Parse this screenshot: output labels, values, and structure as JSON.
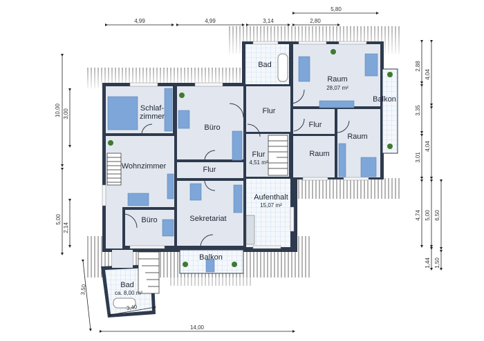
{
  "colors": {
    "wall": "#2e3a4d",
    "floor": "#e2e7ef",
    "furniture": "#7ea6d8"
  },
  "rooms": {
    "bad_top": "Bad",
    "raum_large": "Raum",
    "raum_large_area": "28,07 m²",
    "balkon_right": "Balkon",
    "schlafzimmer_1": "Schlaf-",
    "schlafzimmer_2": "zimmer",
    "buero_top": "Büro",
    "flur_top": "Flur",
    "flur_small": "Flur",
    "raum_right": "Raum",
    "raum_small": "Raum",
    "flur_stairs": "Flur",
    "flur_stairs_area": "4,51 m²",
    "wohnzimmer": "Wohnzimmer",
    "flur_middle": "Flur",
    "aufenthalt": "Aufenthalt",
    "aufenthalt_area": "15,07 m²",
    "buero_bottom": "Büro",
    "sekretariat": "Sekretariat",
    "balkon_bottom": "Balkon",
    "bad_bottom": "Bad",
    "bad_bottom_area": "ca. 8,00 m²"
  },
  "dimensions": {
    "top": [
      "4,99",
      "4,99",
      "3,14",
      "2,80",
      "5,80"
    ],
    "left": [
      "10,00",
      "3,00",
      "5,00",
      "2,14",
      "3,50"
    ],
    "bottom": [
      "3,40",
      "14,00"
    ],
    "right": [
      "2,88",
      "4,04",
      "3,35",
      "4,04",
      "3,01",
      "4,74",
      "5,00",
      "6,50",
      "1,44",
      "1,50"
    ]
  }
}
